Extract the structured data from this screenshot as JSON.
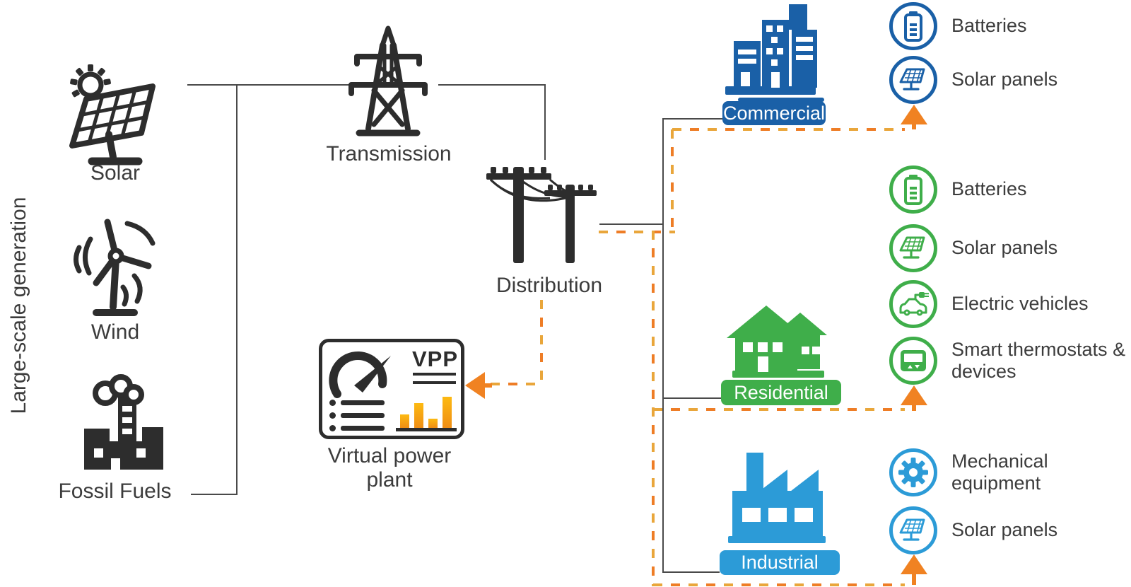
{
  "colors": {
    "commercial_blue": "#1A60A7",
    "residential_green": "#3FAE4A",
    "industrial_blue": "#2C9BD7",
    "arrow_orange": "#F08222",
    "dash_gold": "#E9A63B",
    "dash_orange": "#EE7D26",
    "icon_black": "#2D2D2D",
    "connector_gray": "#4A4A4A",
    "text_dark": "#3C3C3C"
  },
  "left_axis_label": "Large-scale generation",
  "generation": {
    "solar_label": "Solar",
    "wind_label": "Wind",
    "fossil_label": "Fossil Fuels"
  },
  "grid": {
    "transmission_label": "Transmission",
    "distribution_label": "Distribution"
  },
  "vpp": {
    "box_text": "VPP",
    "label": "Virtual power plant"
  },
  "sectors": [
    {
      "id": "commercial",
      "label": "Commercial",
      "color": "#1A60A7",
      "devices": [
        {
          "icon": "battery-icon",
          "label": "Batteries"
        },
        {
          "icon": "solar-panel-icon",
          "label": "Solar panels"
        }
      ]
    },
    {
      "id": "residential",
      "label": "Residential",
      "color": "#3FAE4A",
      "devices": [
        {
          "icon": "battery-icon",
          "label": "Batteries"
        },
        {
          "icon": "solar-panel-icon",
          "label": "Solar panels"
        },
        {
          "icon": "electric-vehicle-icon",
          "label": "Electric vehicles"
        },
        {
          "icon": "thermostat-icon",
          "label": "Smart thermostats & devices"
        }
      ]
    },
    {
      "id": "industrial",
      "label": "Industrial",
      "color": "#2C9BD7",
      "devices": [
        {
          "icon": "gear-icon",
          "label": "Mechanical equipment"
        },
        {
          "icon": "solar-panel-icon",
          "label": "Solar panels"
        }
      ]
    }
  ]
}
